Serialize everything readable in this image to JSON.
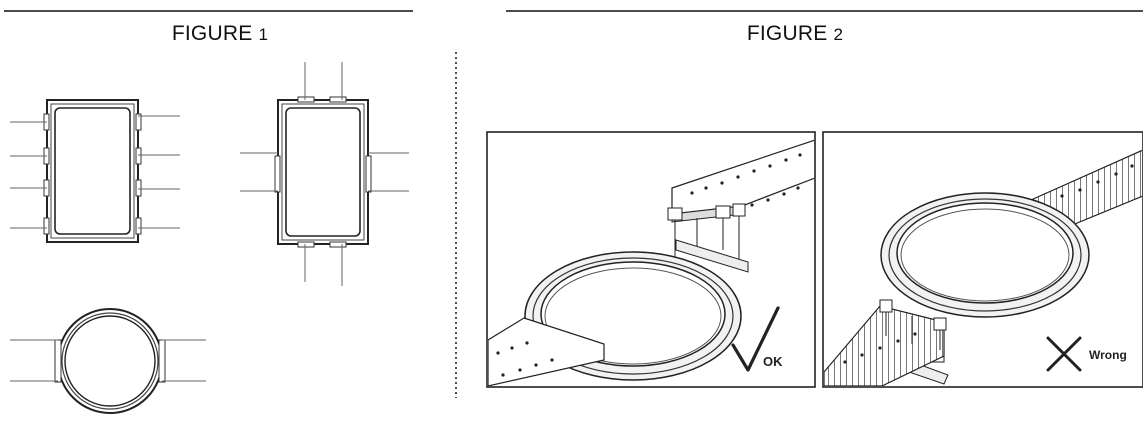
{
  "figure1": {
    "title": "FIGURE",
    "number": "1"
  },
  "figure2": {
    "title": "FIGURE",
    "number": "2",
    "panel_ok": {
      "label": "OK",
      "icon": "check-mark-icon"
    },
    "panel_wrong": {
      "label": "Wrong",
      "icon": "cross-mark-icon"
    }
  },
  "colors": {
    "line": "#222222",
    "frame": "#333333",
    "fill_light": "#e8e8e8",
    "background": "#ffffff"
  }
}
